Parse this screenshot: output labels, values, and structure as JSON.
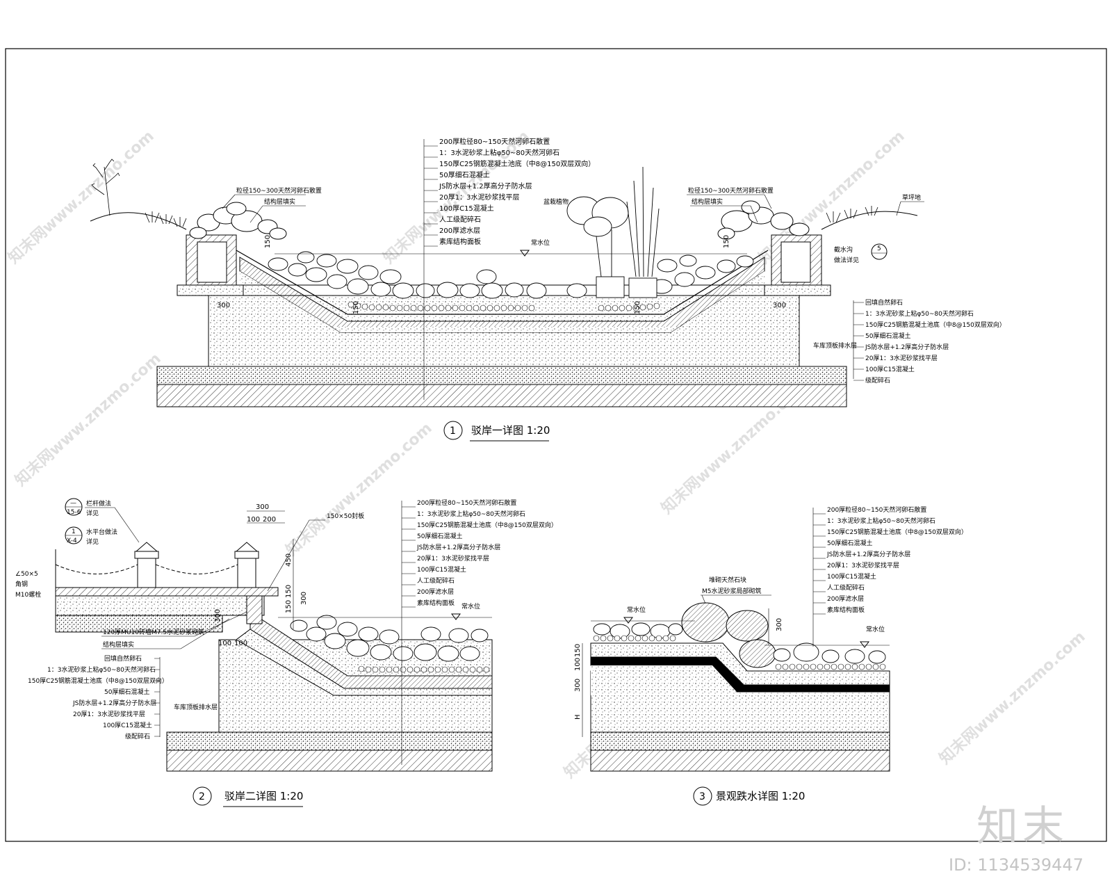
{
  "detail1": {
    "marker": "1",
    "title": "驳岸一详图 1:20",
    "top_notes": [
      "200厚粒径80~150天然河卵石散置",
      "1：3水泥砂浆上粘φ50~80天然河卵石",
      "150厚C25钢筋混凝土池底（中8@150双层双向）",
      "50厚细石混凝土",
      "JS防水层+1.2厚高分子防水层",
      "20厚1：3水泥砂浆找平层",
      "100厚C15混凝土",
      "人工级配碎石",
      "200厚滤水层",
      "素库结构面板"
    ],
    "right_notes": [
      "回填自然卵石",
      "1：3水泥砂浆上粘φ50~80天然河卵石",
      "150厚C25钢筋混凝土池底（中8@150双层双向）",
      "50厚细石混凝土",
      "JS防水层+1.2厚高分子防水层",
      "20厚1：3水泥砂浆找平层",
      "100厚C15混凝土",
      "级配碎石"
    ],
    "left_stone_note": "粒径150~300天然河卵石散置",
    "left_fill_note": "结构层填实",
    "right_stone_note": "粒径150~300天然河卵石散置",
    "right_fill_note": "结构层填实",
    "plant_note": "盆栽植物",
    "lawn_note": "草坪地",
    "water_level": "常水位",
    "drain_note": "截水沟",
    "drain_ref": "做法详见",
    "drain_index": "5",
    "waterproof_note": "车库顶板排水层",
    "dim_300_left": "300",
    "dim_300_right": "300",
    "dim_150_left": "150",
    "dim_150_right": "150",
    "dim_bottom_left": "150",
    "dim_bottom_right": "150"
  },
  "detail2": {
    "marker": "2",
    "title": "驳岸二详图 1:20",
    "top_notes": [
      "200厚粒径80~150天然河卵石散置",
      "1：3水泥砂浆上粘φ50~80天然河卵石",
      "150厚C25钢筋混凝土池底（中8@150双层双向）",
      "50厚细石混凝土",
      "JS防水层+1.2厚高分子防水层",
      "20厚1：3水泥砂浆找平层",
      "100厚C15混凝土",
      "人工级配碎石",
      "200厚滤水层",
      "素库结构面板"
    ],
    "left_notes": [
      "回填自然卵石",
      "1：3水泥砂浆上粘φ50~80天然河卵石",
      "150厚C25钢筋混凝土池底（中8@150双层双向）",
      "50厚细石混凝土",
      "JS防水层+1.2厚高分子防水层",
      "20厚1：3水泥砂浆找平层",
      "100厚C15混凝土",
      "级配碎石"
    ],
    "railing_ref_1": "栏杆做法",
    "railing_ref_1_index": "—",
    "railing_ref_1_sheet": "15-6",
    "railing_ref_1_see": "详见",
    "platform_ref": "水平台做法",
    "platform_ref_index": "1",
    "platform_ref_sheet": "X-4",
    "platform_ref_see": "详见",
    "angle_steel": "∠50×5",
    "angle_steel_2": "角钢",
    "bolt": "M10螺栓",
    "wall_note": "120厚MU10砖墙M7.5水泥砂浆砌筑",
    "fill_note": "结构层填实",
    "board_note": "150×50封板",
    "water_level": "常水位",
    "waterproof_note": "车库顶板排水层",
    "dim_300": "300",
    "dim_100": "100",
    "dim_200": "200",
    "dim_450": "450",
    "dim_150": "150",
    "dim_300b": "300",
    "dim_150b": "150",
    "dim_100b": "100",
    "dim_01": "100",
    "dim_v150": "150",
    "dim_v100": "100",
    "dim_v300": "300"
  },
  "detail3": {
    "marker": "3",
    "title": "景观跌水详图 1:20",
    "top_notes": [
      "200厚粒径80~150天然河卵石散置",
      "1：3水泥砂浆上粘φ50~80天然河卵石",
      "150厚C25钢筋混凝土池底（中8@150双层双向）",
      "50厚细石混凝土",
      "JS防水层+1.2厚高分子防水层",
      "20厚1：3水泥砂浆找平层",
      "100厚C15混凝土",
      "人工级配碎石",
      "200厚滤水层",
      "素库结构面板"
    ],
    "stone_note": "堆砌天然石块",
    "stone_note_2": "M5水泥砂浆局部砌筑",
    "water_level_left": "常水位",
    "water_level_right": "常水位",
    "dim_300": "300",
    "dim_150": "150",
    "dim_100": "100",
    "dim_300v": "300",
    "dim_h": "H"
  },
  "watermark": {
    "site": "知末网www.znzmo.com",
    "brand": "知末",
    "id": "ID: 1134539447"
  }
}
